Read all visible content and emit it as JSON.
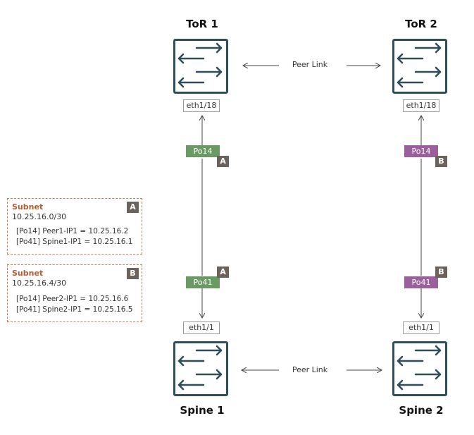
{
  "nodes": {
    "tor1": "ToR 1",
    "tor2": "ToR 2",
    "spine1": "Spine 1",
    "spine2": "Spine 2"
  },
  "peer_links": {
    "top": "Peer Link",
    "bottom": "Peer Link"
  },
  "ports": {
    "tor1_port": "eth1/18",
    "tor2_port": "eth1/18",
    "spine1_port": "eth1/1",
    "spine2_port": "eth1/1"
  },
  "port_channels": {
    "left_top": "Po14",
    "left_bottom": "Po41",
    "right_top": "Po14",
    "right_bottom": "Po41"
  },
  "tags": {
    "left_top": "A",
    "left_bottom": "A",
    "right_top": "B",
    "right_bottom": "B"
  },
  "subnets": [
    {
      "tag": "A",
      "title": "Subnet",
      "cidr": "10.25.16.0/30",
      "lines": [
        "[Po14] Peer1-IP1 = 10.25.16.2",
        "[Po41] Spine1-IP1 = 10.25.16.1"
      ]
    },
    {
      "tag": "B",
      "title": "Subnet",
      "cidr": "10.25.16.4/30",
      "lines": [
        "[Po14] Peer2-IP1 = 10.25.16.6",
        "[Po41] Spine2-IP1 = 10.25.16.5"
      ]
    }
  ],
  "colors": {
    "switch_border": "#2d4e5a",
    "po_green": "#6a9a63",
    "po_purple": "#9a5f9c",
    "tag_bg": "#6b625b",
    "subnet_border": "#c87b57",
    "subnet_title": "#b85a2e"
  },
  "icons": {
    "switch": "network-switch-icon",
    "arrows": "double-arrow-icon"
  }
}
